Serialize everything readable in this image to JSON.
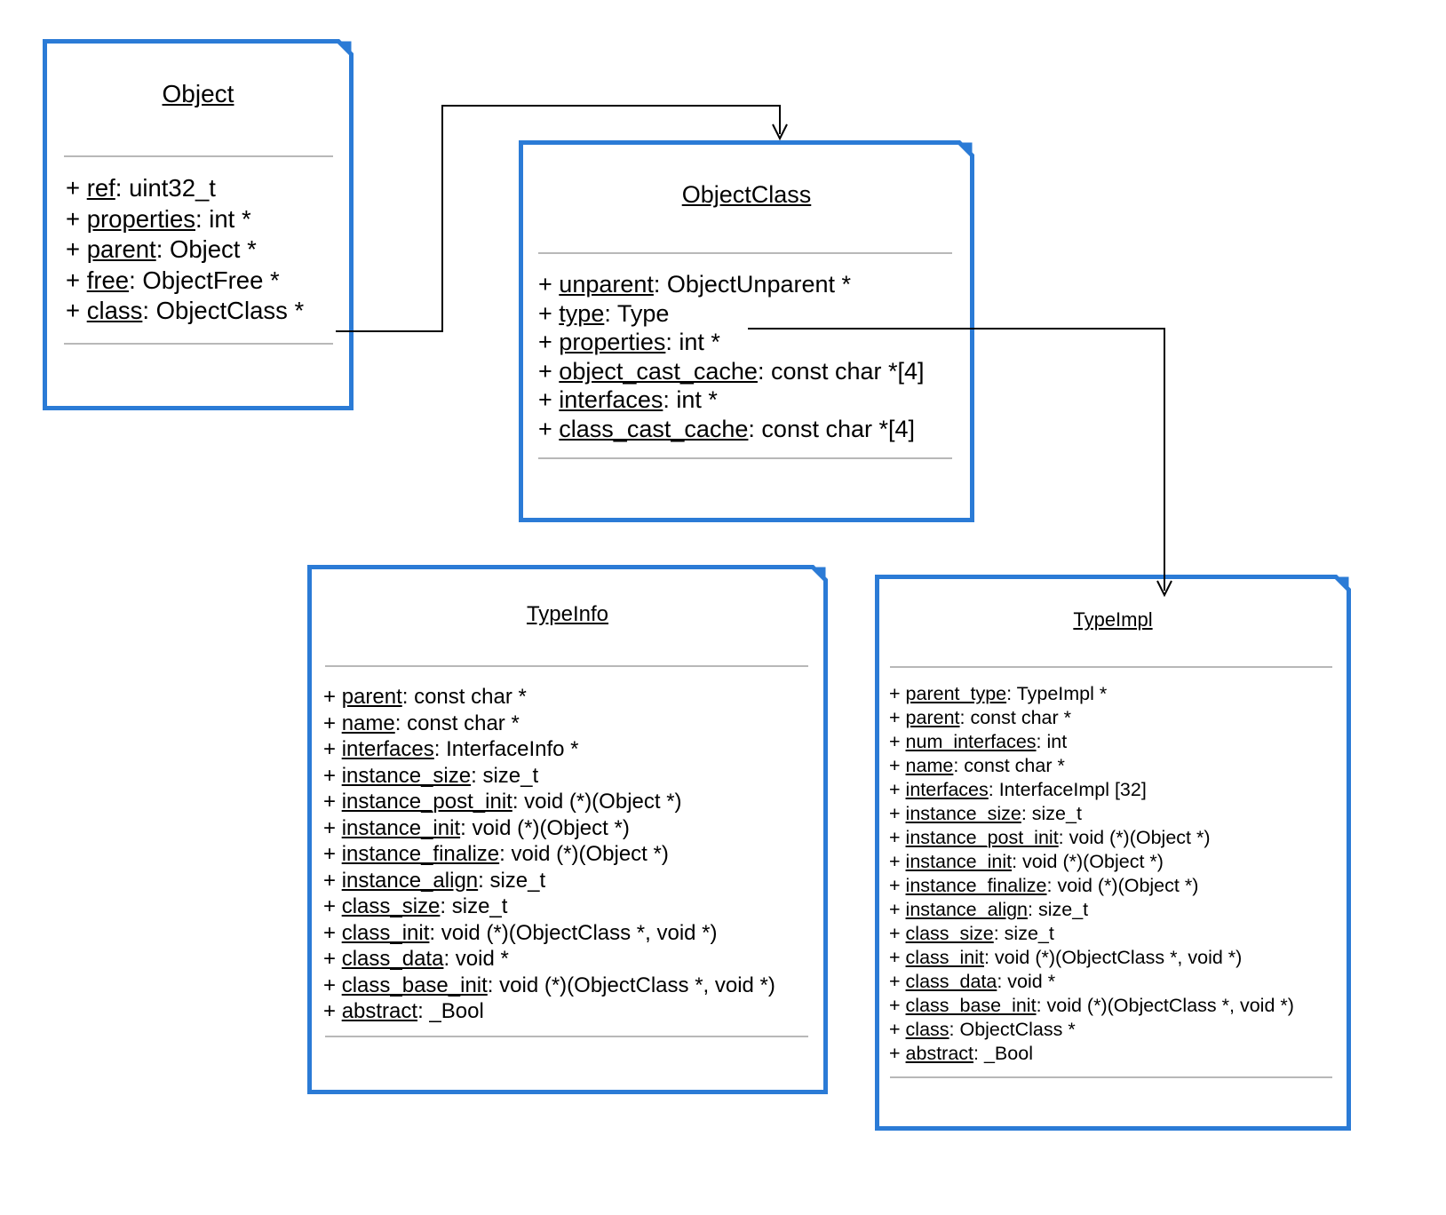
{
  "colors": {
    "box_border": "#2b7bd6",
    "divider": "#b8b8b8",
    "connector": "#000000"
  },
  "boxes": {
    "object": {
      "title": "Object",
      "attributes": [
        {
          "prefix": "+",
          "name": "ref",
          "type": ": uint32_t"
        },
        {
          "prefix": "+",
          "name": "properties",
          "type": ": int *"
        },
        {
          "prefix": "+",
          "name": "parent",
          "type": ": Object *"
        },
        {
          "prefix": "+",
          "name": "free",
          "type": ": ObjectFree *"
        },
        {
          "prefix": "+",
          "name": "class",
          "type": ": ObjectClass *"
        }
      ]
    },
    "object_class": {
      "title": "ObjectClass",
      "attributes": [
        {
          "prefix": "+",
          "name": "unparent",
          "type": ": ObjectUnparent *"
        },
        {
          "prefix": "+",
          "name": "type",
          "type": ": Type"
        },
        {
          "prefix": "+",
          "name": "properties",
          "type": ": int *"
        },
        {
          "prefix": "+",
          "name": "object_cast_cache",
          "type": ": const char *[4]"
        },
        {
          "prefix": "+",
          "name": "interfaces",
          "type": ": int *"
        },
        {
          "prefix": "+",
          "name": "class_cast_cache",
          "type": ": const char *[4]"
        }
      ]
    },
    "type_info": {
      "title": "TypeInfo",
      "attributes": [
        {
          "prefix": "+",
          "name": "parent",
          "type": ": const char *"
        },
        {
          "prefix": "+",
          "name": "name",
          "type": ": const char *"
        },
        {
          "prefix": "+",
          "name": "interfaces",
          "type": ": InterfaceInfo *"
        },
        {
          "prefix": "+",
          "name": "instance_size",
          "type": ": size_t"
        },
        {
          "prefix": "+",
          "name": "instance_post_init",
          "type": ": void (*)(Object *)"
        },
        {
          "prefix": "+",
          "name": "instance_init",
          "type": ": void (*)(Object *)"
        },
        {
          "prefix": "+",
          "name": "instance_finalize",
          "type": ": void (*)(Object *)"
        },
        {
          "prefix": "+",
          "name": "instance_align",
          "type": ": size_t"
        },
        {
          "prefix": "+",
          "name": "class_size",
          "type": ": size_t"
        },
        {
          "prefix": "+",
          "name": "class_init",
          "type": ": void (*)(ObjectClass *, void *)"
        },
        {
          "prefix": "+",
          "name": "class_data",
          "type": ": void *"
        },
        {
          "prefix": "+",
          "name": "class_base_init",
          "type": ": void (*)(ObjectClass *, void *)"
        },
        {
          "prefix": "+",
          "name": "abstract",
          "type": ": _Bool"
        }
      ]
    },
    "type_impl": {
      "title": "TypeImpl",
      "attributes": [
        {
          "prefix": "+",
          "name": "parent_type",
          "type": ": TypeImpl *"
        },
        {
          "prefix": "+",
          "name": "parent",
          "type": ": const char *"
        },
        {
          "prefix": "+",
          "name": "num_interfaces",
          "type": ": int"
        },
        {
          "prefix": "+",
          "name": "name",
          "type": ": const char *"
        },
        {
          "prefix": "+",
          "name": "interfaces",
          "type": ": InterfaceImpl [32]"
        },
        {
          "prefix": "+",
          "name": "instance_size",
          "type": ": size_t"
        },
        {
          "prefix": "+",
          "name": "instance_post_init",
          "type": ": void (*)(Object *)"
        },
        {
          "prefix": "+",
          "name": "instance_init",
          "type": ": void (*)(Object *)"
        },
        {
          "prefix": "+",
          "name": "instance_finalize",
          "type": ": void (*)(Object *)"
        },
        {
          "prefix": "+",
          "name": "instance_align",
          "type": ": size_t"
        },
        {
          "prefix": "+",
          "name": "class_size",
          "type": ": size_t"
        },
        {
          "prefix": "+",
          "name": "class_init",
          "type": ": void (*)(ObjectClass *, void *)"
        },
        {
          "prefix": "+",
          "name": "class_data",
          "type": ": void *"
        },
        {
          "prefix": "+",
          "name": "class_base_init",
          "type": ": void (*)(ObjectClass *, void *)"
        },
        {
          "prefix": "+",
          "name": "class",
          "type": ": ObjectClass *"
        },
        {
          "prefix": "+",
          "name": "abstract",
          "type": ": _Bool"
        }
      ]
    }
  },
  "connectors": [
    {
      "from": "object.class",
      "to": "object_class"
    },
    {
      "from": "object_class.type",
      "to": "type_impl"
    }
  ]
}
